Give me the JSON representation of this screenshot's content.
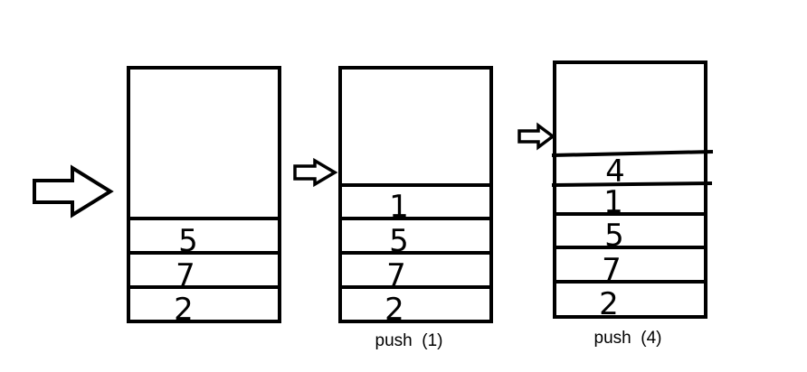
{
  "stacks": [
    {
      "name": "initial",
      "cells": [
        "5",
        "7",
        "2"
      ],
      "caption": ""
    },
    {
      "name": "after-push-1",
      "cells": [
        "1",
        "5",
        "7",
        "2"
      ],
      "caption": "push  (1)"
    },
    {
      "name": "after-push-4",
      "cells": [
        "4",
        "1",
        "5",
        "7",
        "2"
      ],
      "caption": "push  (4)"
    }
  ],
  "icons": {
    "pointer": "right-arrow-icon"
  },
  "colors": {
    "stroke": "#000000",
    "background": "#ffffff"
  }
}
